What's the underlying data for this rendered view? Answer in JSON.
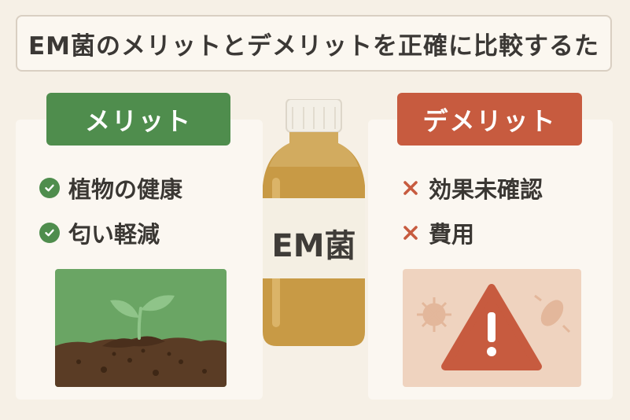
{
  "title": "EM菌のメリットとデメリットを正確に比較するた",
  "merit": {
    "label": "メリット",
    "items": [
      "植物の健康",
      "匂い軽減"
    ],
    "color": "#4f8d4d"
  },
  "demerit": {
    "label": "デメリット",
    "items": [
      "効果未確認",
      "費用"
    ],
    "color": "#c75b3f"
  },
  "bottle": {
    "label": "EM菌"
  },
  "icons": {
    "merit_item": "check-circle-icon",
    "demerit_item": "cross-icon",
    "merit_illustration": "sprout-soil-icon",
    "demerit_illustration": "warning-triangle-icon"
  }
}
